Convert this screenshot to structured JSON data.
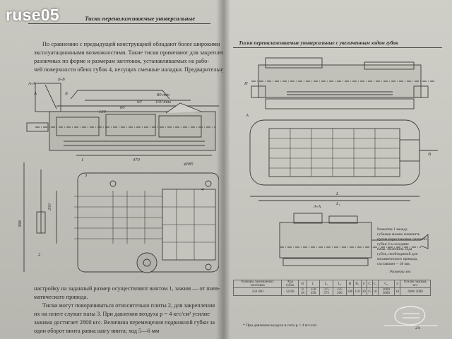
{
  "site_logo": "ruse05",
  "left_page": {
    "header": "Тиски переналаживаемые универсальные",
    "paragraph_lines": [
      "По сравнению с предыдущей конструкцией обладают более широкими",
      "эксплуатационными возможностями. Такие тиски применяют для закрепления",
      "различных по форме и размерам заготовок, устанавливаемых на рабо-",
      "чей поверхности обеих губок 4, несущих сменные наладки. Предварительную"
    ],
    "bottom_lines": [
      "настройку на заданный размер осуществляют винтом 1, зажим — от пнев-",
      "матического привода.",
      "Тиски могут поворачиваться относительно плиты 2, для закрепления",
      "их на плите служат пазы 3. При давлении воздуха p = 4 кгс/см² усилие",
      "зажима достигает 2800 кгс. Величина перемещения подвижной губки за",
      "один оборот винта равна шагу винта; ход 5—6 мм"
    ],
    "dims": [
      "Б-Б",
      "А-А",
      "80 min",
      "100 max",
      "60",
      "60",
      "130",
      "470",
      "⌀385",
      "200",
      "398",
      "1",
      "2",
      "3",
      "4",
      "А",
      "Б"
    ]
  },
  "right_page": {
    "header": "Тиски переналаживаемые универсальные с увеличенным ходом губок",
    "dims": [
      "А",
      "А-А",
      "L",
      "L₁",
      "B",
      "H"
    ],
    "note_lines": [
      "Разжатие 1 между",
      "губками можно изменить",
      "путем перестановки сменной",
      "губки 2 в соседние",
      "пазы. Величина хода",
      "губок, необходимой для",
      "механического привода,",
      "составляет ~ 18 мм."
    ],
    "dims_unit": "Размеры мм",
    "table": {
      "headers": [
        "Размеры зажимаемых заготовок",
        "Ход губок",
        "B",
        "L",
        "L₁",
        "L₂",
        "H",
        "H₁",
        "h",
        "C",
        "C₁",
        "C₂",
        "d",
        "Усилие зажима, кгс"
      ],
      "row": [
        "250 600",
        "50 80",
        "8 18",
        "150 250",
        "375 575",
        "225 260",
        "100",
        "110",
        "30",
        "15",
        "10",
        "3000 5000",
        "18",
        "6000 5000"
      ]
    },
    "footnote": "* При давлении воздуха в сети p = 4 кгс/см².",
    "page_number": "25"
  }
}
